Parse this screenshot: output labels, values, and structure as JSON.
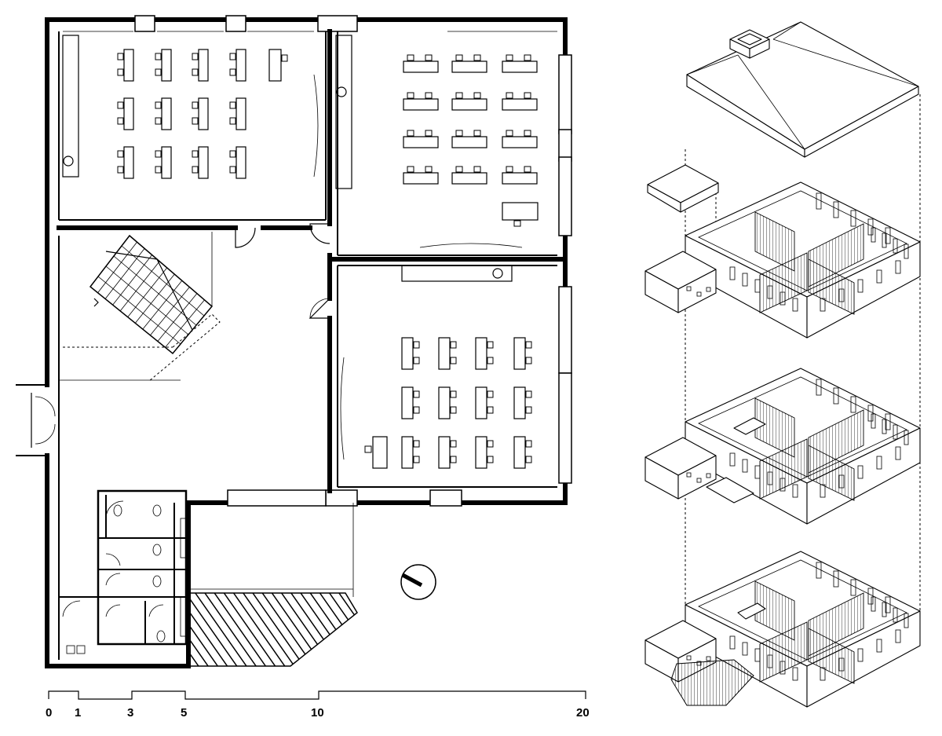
{
  "scale_bar": {
    "labels": [
      "0",
      "1",
      "3",
      "5",
      "10",
      "20"
    ]
  },
  "icons": {
    "north_arrow": "compass-icon"
  }
}
